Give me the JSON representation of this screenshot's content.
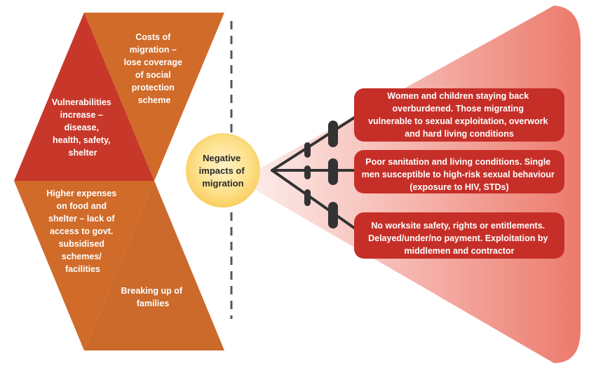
{
  "colors": {
    "orange": "#d06b2a",
    "red": "#c8382a",
    "box_red": "#c62f28",
    "hub_yellow": "#fcd873",
    "branch": "#333333",
    "cone_start": "#fbe5e2",
    "cone_end": "#ec7a6c"
  },
  "left_panel": {
    "costs": [
      "Costs of",
      "migration –",
      "lose coverage",
      "of social",
      "protection",
      "scheme"
    ],
    "vulnerabilities": [
      "Vulnerabilities",
      "increase –",
      "disease,",
      "health, safety,",
      "shelter"
    ],
    "expenses": [
      "Higher expenses",
      "on food and",
      "shelter – lack of",
      "access to govt.",
      "subsidised",
      "schemes/",
      "facilities"
    ],
    "families": [
      "Breaking up of",
      "families"
    ]
  },
  "hub": {
    "lines": [
      "Negative",
      "impacts of",
      "migration"
    ]
  },
  "impacts": [
    {
      "lines": [
        "Women and children staying back",
        "overburdened. Those migrating",
        "vulnerable to sexual exploitation, overwork",
        "and hard living conditions"
      ]
    },
    {
      "lines": [
        "Poor sanitation and living conditions. Single",
        "men susceptible to high-risk sexual behaviour",
        "(exposure to HIV, STDs)"
      ]
    },
    {
      "lines": [
        "No worksite safety, rights or entitlements.",
        "Delayed/under/no payment. Exploitation by",
        "middlemen and contractor"
      ]
    }
  ]
}
